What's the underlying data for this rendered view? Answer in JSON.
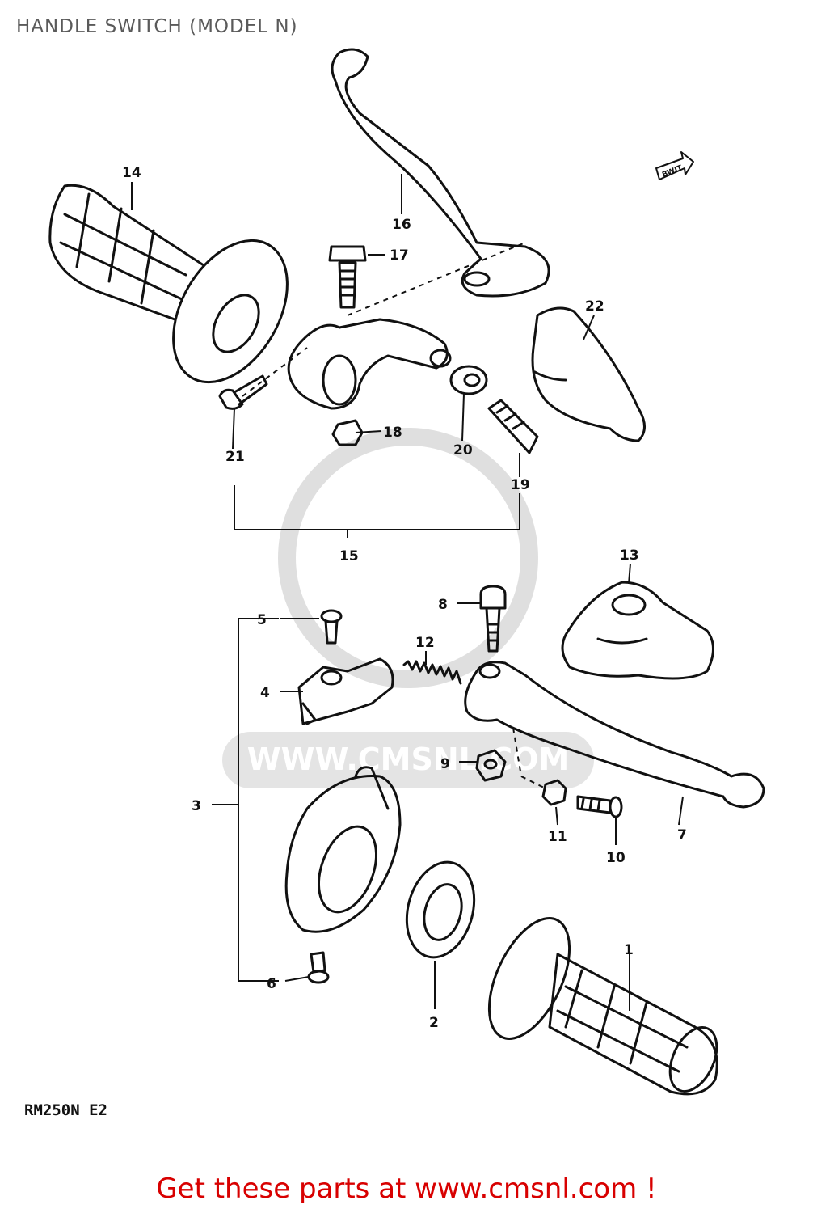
{
  "diagram": {
    "title": "HANDLE SWITCH (MODEL N)",
    "model_code": "RM250N E2",
    "footer_cta": "Get these parts at www.cmsnl.com !",
    "watermark_text": "WWW.CMSNL.COM",
    "direction_tag": "BWIT",
    "callouts": [
      "1",
      "2",
      "3",
      "4",
      "5",
      "6",
      "7",
      "8",
      "9",
      "10",
      "11",
      "12",
      "13",
      "14",
      "15",
      "16",
      "17",
      "18",
      "19",
      "20",
      "21",
      "22"
    ]
  },
  "colors": {
    "line": "#111111",
    "title": "#5a5a5a",
    "footer": "#d80000",
    "watermark": "#d9d9d9"
  }
}
